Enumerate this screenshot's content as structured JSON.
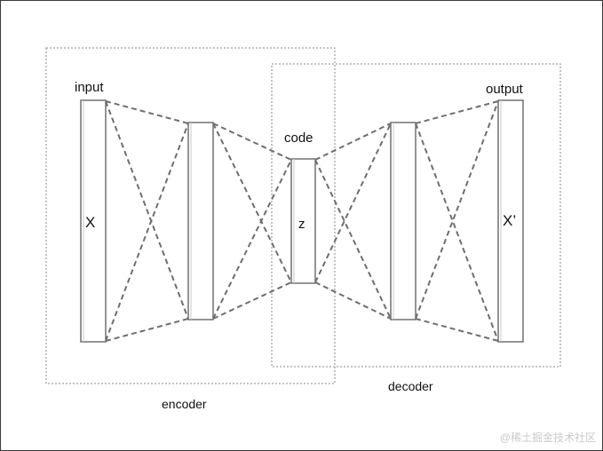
{
  "diagram": {
    "labels": {
      "input": "input",
      "code": "code",
      "output": "output",
      "x": "X",
      "z": "z",
      "x_prime": "X’",
      "encoder": "encoder",
      "decoder": "decoder"
    },
    "watermark": "@稀土掘金技术社区",
    "colors": {
      "line": "#6e6e6e",
      "box_border": "#8a8a8a",
      "layer_fill": "#ffffff",
      "layer_border": "#707070"
    }
  }
}
